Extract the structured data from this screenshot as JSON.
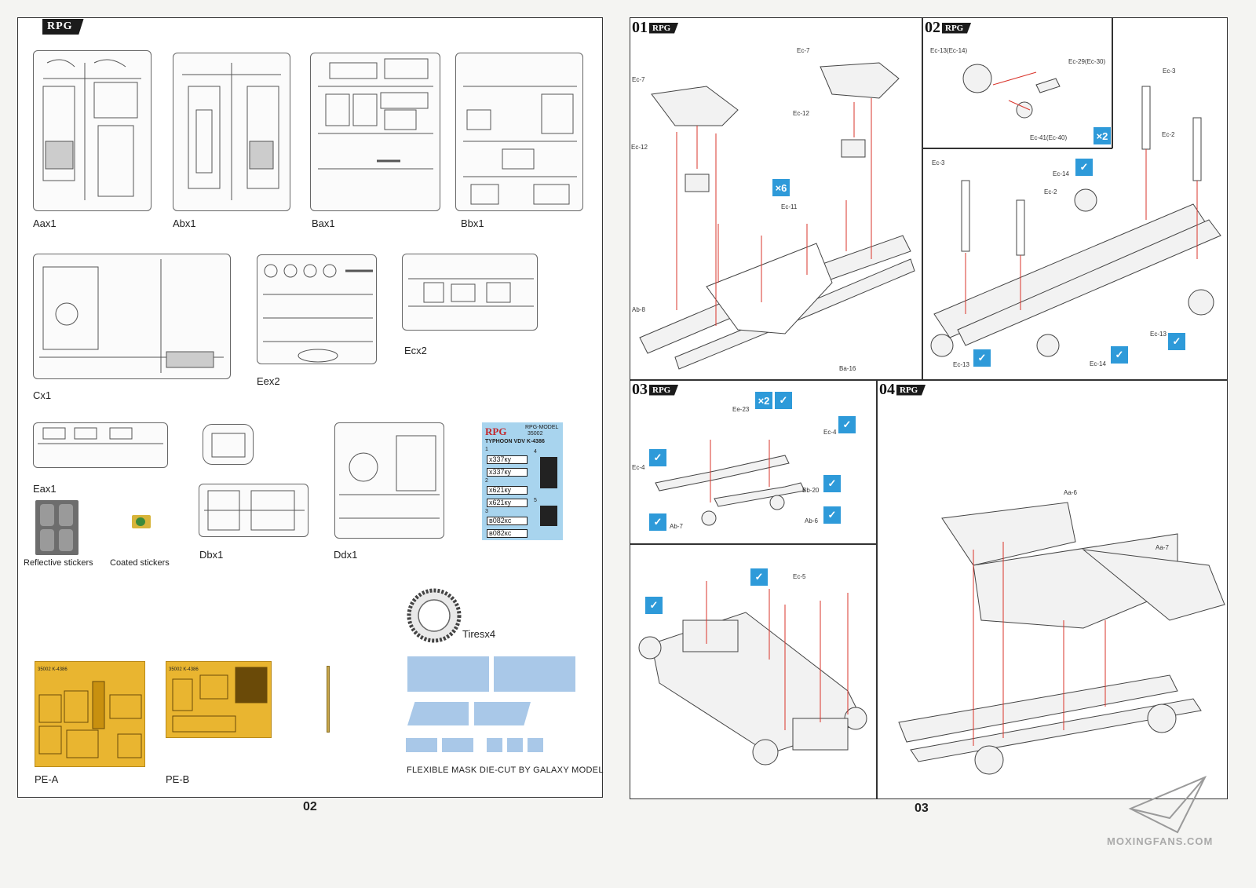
{
  "left_page": {
    "brand": "RPG",
    "page_number": "02",
    "sprue_labels": {
      "aa": "Aax1",
      "ab": "Abx1",
      "ba": "Bax1",
      "bb": "Bbx1",
      "c": "Cx1",
      "ee": "Eex2",
      "ec": "Ecx2",
      "ea": "Eax1",
      "db": "Dbx1",
      "dd": "Ddx1"
    },
    "stickers": {
      "reflective": "Reflective stickers",
      "coated": "Coated stickers"
    },
    "tires": "Tiresx4",
    "pe_labels": {
      "a": "PE-A",
      "b": "PE-B"
    },
    "mask_caption": "FLEXIBLE MASK DIE-CUT BY GALAXY MODEL",
    "decal": {
      "logo": "RPG",
      "model_line": "RPG-MODEL",
      "code": "35002",
      "title": "TYPHOON VDV K-4386",
      "plates": [
        "x337ку",
        "x337ку",
        "x621ку",
        "x621ку",
        "в082кс",
        "в082кс"
      ],
      "markers": [
        "1",
        "2",
        "3",
        "4",
        "5"
      ]
    },
    "pe_header": {
      "brand": "RPG",
      "code_a": "35002 K-4386",
      "code_b": "35002 K-4386"
    }
  },
  "right_page": {
    "page_number": "03",
    "brand": "RPG",
    "watermark": "MOXINGFANS.COM",
    "steps": [
      {
        "number": "01",
        "labels": [
          "Ec-7",
          "Ec-7",
          "Ec-12",
          "Ec-12",
          "Ec-11",
          "Ab-8",
          "Ba-16"
        ],
        "multiplier": "×6"
      },
      {
        "number": "02",
        "labels": [
          "Ec-13(Ec-14)",
          "Ec-29(Ec-30)",
          "Ec-41(Ec-40)",
          "Ec-3",
          "Ec-2",
          "Ec-3",
          "Ec-2",
          "Ec-14",
          "Ec-13",
          "Ec-13",
          "Ec-14"
        ],
        "multiplier": "×2"
      },
      {
        "number": "03",
        "labels": [
          "Ee-23",
          "Ec-4",
          "Ec-4",
          "Bb-20",
          "Ab-7",
          "Ab-6",
          "Ec-5"
        ],
        "multiplier": "×2"
      },
      {
        "number": "04",
        "labels": [
          "Aa-6",
          "Aa-7"
        ],
        "multiplier": ""
      }
    ]
  },
  "colors": {
    "accent_blue": "#2e9ad9",
    "arrow_red": "#d9342b",
    "pe_gold": "#e9b530",
    "mask_blue": "#a9c8e8",
    "decal_blue": "#a8d4ee"
  }
}
